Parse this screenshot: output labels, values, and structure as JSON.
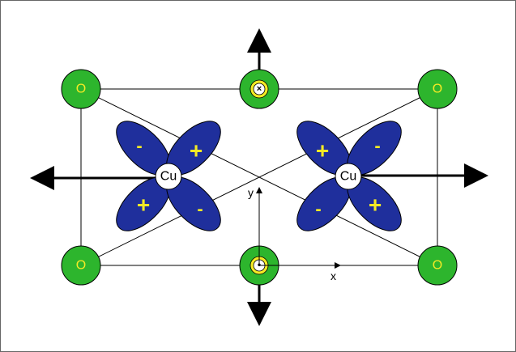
{
  "colors": {
    "oxygen_fill": "#2db52d",
    "orbital_fill": "#1f2f9c",
    "sign_color": "#f4ea25",
    "yellow_ring": "#f4ea25",
    "line": "#000000",
    "frame": "#666666"
  },
  "oxygen": {
    "label": "O"
  },
  "copper": {
    "label": "Cu",
    "left_signs": {
      "upper_left": "-",
      "upper_right": "+",
      "lower_left": "+",
      "lower_right": "-"
    },
    "right_signs": {
      "upper_left": "+",
      "upper_right": "-",
      "lower_left": "-",
      "lower_right": "+"
    }
  },
  "spin_markers": {
    "top_center": "×",
    "bottom_center": "•"
  },
  "axes": {
    "x_label": "x",
    "y_label": "y"
  }
}
